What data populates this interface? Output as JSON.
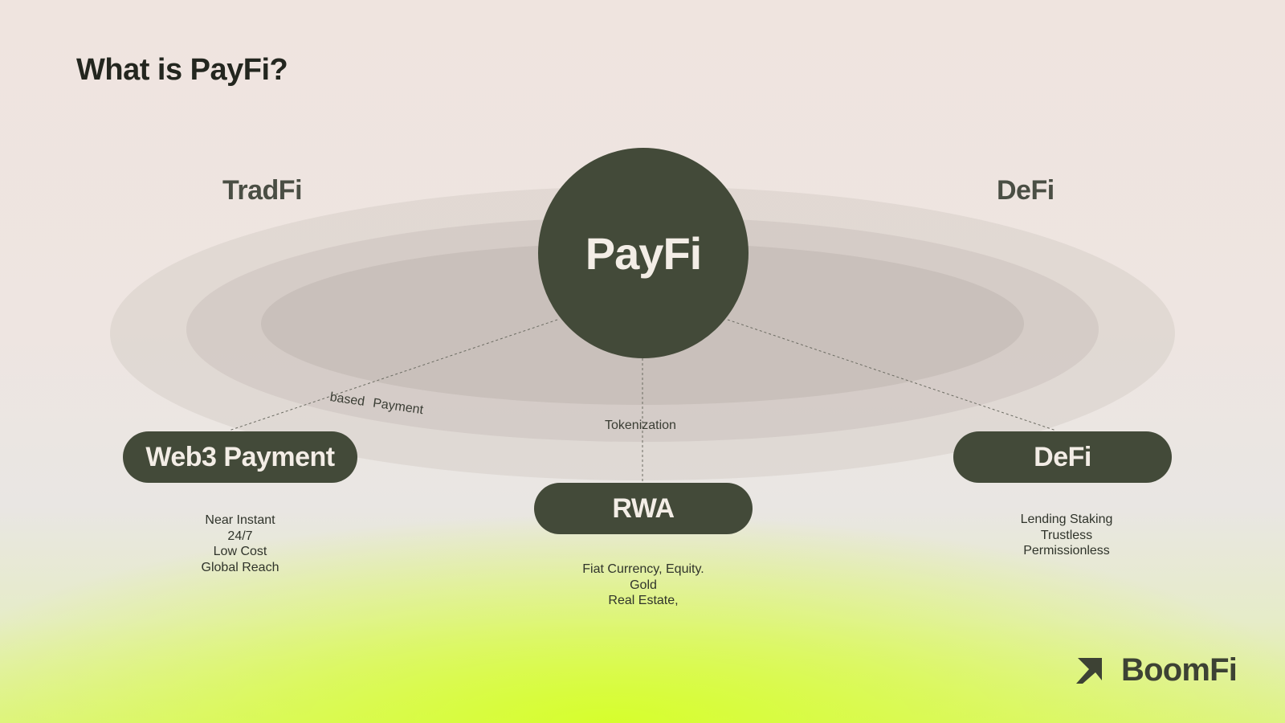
{
  "title": "What is PayFi?",
  "labels": {
    "left": "TradFi",
    "right": "DeFi"
  },
  "hub": {
    "label": "PayFi"
  },
  "nodes": [
    {
      "label": "Web3 Payment",
      "connector": "based Payment",
      "details": [
        "Near Instant",
        "24/7",
        "Low Cost",
        "Global Reach"
      ]
    },
    {
      "label": "RWA",
      "connector": "Tokenization",
      "details": [
        "Fiat Currency, Equity.",
        "Gold",
        "Real Estate,"
      ]
    },
    {
      "label": "DeFi",
      "connector": "",
      "details": [
        "Lending Staking",
        "Trustless",
        "Permissionless"
      ]
    }
  ],
  "brand": {
    "name": "BoomFi",
    "icon": "boomfi-arrow-icon"
  },
  "colors": {
    "node": "#434a39",
    "node_text": "#f3ede6",
    "accent": "#d6ff28"
  }
}
